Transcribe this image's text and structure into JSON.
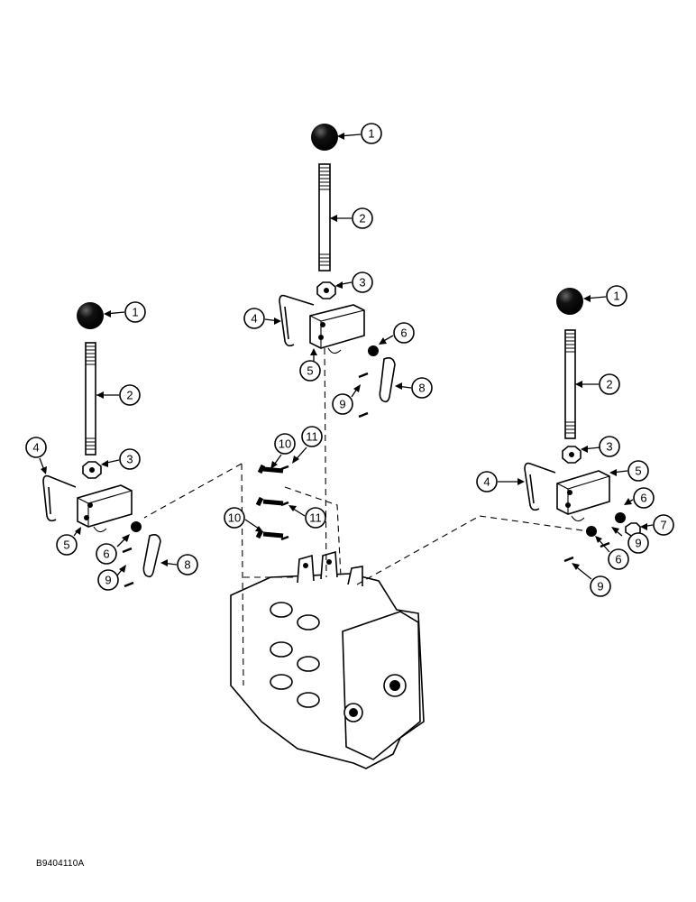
{
  "drawing_code": "B9404110A",
  "callouts": [
    "1",
    "2",
    "3",
    "4",
    "5",
    "6",
    "7",
    "8",
    "9",
    "10",
    "11"
  ]
}
